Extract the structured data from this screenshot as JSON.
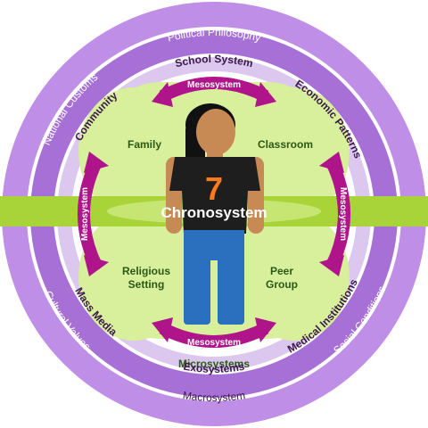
{
  "macro": {
    "label": "Macrosystem",
    "items": [
      "Political Philosophy",
      "National Customs",
      "Cultural Values",
      "Social Conditions"
    ]
  },
  "exo": {
    "label": "Exosystems",
    "items": [
      "School System",
      "Community",
      "Economic Patterns",
      "Mass Media",
      "Medical Institutions"
    ]
  },
  "micro": {
    "label": "Microsystems",
    "items": [
      "Family",
      "Classroom",
      "Religious",
      "Setting",
      "Peer",
      "Group"
    ]
  },
  "meso": {
    "label": "Mesosystem"
  },
  "chrono": {
    "label": "Chronosystem"
  },
  "person": {
    "age": "7"
  },
  "colors": {
    "outer_ring": "#bf8ee6",
    "mid_ring": "#a770d6",
    "inner_ring": "#9b5fcf",
    "micro_fill": "#d8ef9c",
    "chrono_band": "#a8d43a",
    "meso_arrow": "#b0148a",
    "text_dark": "#3a1a4a",
    "text_white": "#ffffff",
    "micro_text": "#2a5a16",
    "shirt": "#1e1e1e",
    "pants": "#2b6fbf",
    "skin": "#c78a55",
    "hair": "#111111",
    "number": "#ff7a1a"
  }
}
